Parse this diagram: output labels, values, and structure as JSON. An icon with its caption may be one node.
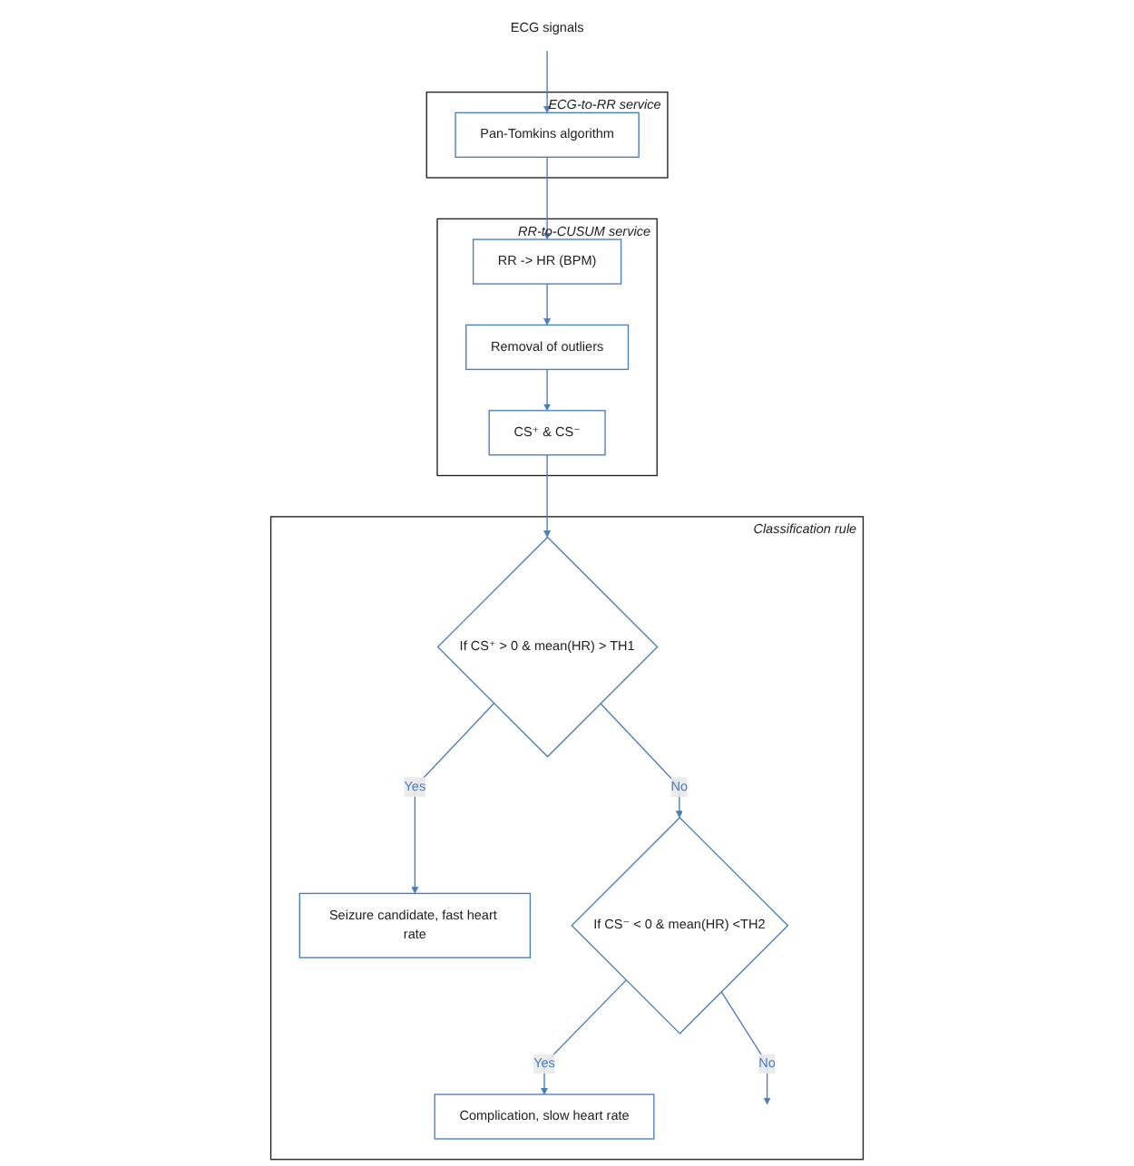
{
  "diagram": {
    "nodes": [
      {
        "text": [
          "ECG signals"
        ]
      },
      {
        "text": [
          "ECG-to-RR service"
        ]
      },
      {
        "text": [
          "Pan-Tomkins algorithm"
        ],
        "in": 1
      },
      {
        "text": [
          "RR-to-CUSUM service"
        ]
      },
      {
        "text": [
          "RR -> HR (BPM)"
        ],
        "in": 3
      },
      {
        "text": [
          "Removal of outliers"
        ],
        "in": 3
      },
      {
        "text": [
          "CS⁺ & CS⁻"
        ],
        "in": 3
      },
      {
        "text": [
          "Classification rule"
        ]
      },
      {
        "text": [
          "If CS⁺ > 0 & mean(HR) > TH1"
        ],
        "in": 7
      },
      {
        "text": [
          "Seizure candidate, fast heart rate"
        ],
        "in": 7
      },
      {
        "text": [
          "If CS⁻ < 0 & mean(HR) <TH2"
        ],
        "in": 7
      },
      {
        "text": [
          "Complication, slow heart rate"
        ],
        "in": 7
      }
    ],
    "edges": [
      {
        "from": 0,
        "to": 2,
        "arrow": "to"
      },
      {
        "from": 2,
        "to": 4,
        "arrow": "to"
      },
      {
        "from": 4,
        "to": 5,
        "arrow": "to"
      },
      {
        "from": 5,
        "to": 6,
        "arrow": "to"
      },
      {
        "from": 6,
        "to": 8,
        "arrow": "to"
      },
      {
        "from": 8,
        "to": 9,
        "label": "Yes",
        "arrow": "to"
      },
      {
        "from": 8,
        "to": 10,
        "label": "No",
        "arrow": "to"
      },
      {
        "from": 10,
        "to": 11,
        "label": "Yes",
        "arrow": "to"
      },
      {
        "from": 10,
        "to": null,
        "label": "No",
        "arrow": "to"
      }
    ]
  }
}
